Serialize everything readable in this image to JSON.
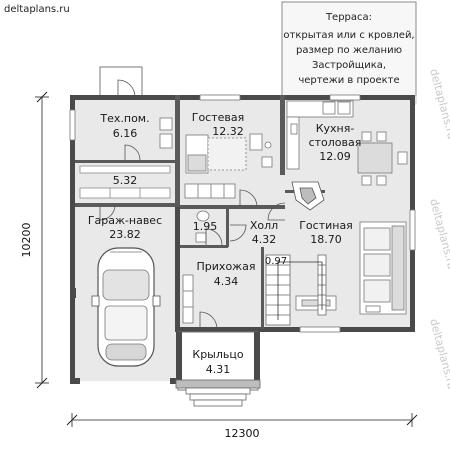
{
  "site_label": "deltaplans.ru",
  "terrace_note": [
    "Терраса:",
    "открытая или с кровлей,",
    "размер по желанию",
    "Застройщика,",
    "чертежи в проекте"
  ],
  "rooms": {
    "tech": {
      "name": "Тех.пом.",
      "area": "6.16"
    },
    "storage": {
      "area": "5.32"
    },
    "guest": {
      "name": "Гостевая",
      "area": "12.32"
    },
    "kitchen": {
      "name1": "Кухня-",
      "name2": "столовая",
      "area": "12.09"
    },
    "garage": {
      "name": "Гараж-навес",
      "area": "23.82"
    },
    "bath": {
      "area": "1.95"
    },
    "hall": {
      "name": "Холл",
      "area": "4.32"
    },
    "entry": {
      "name": "Прихожая",
      "area": "4.34"
    },
    "closet": {
      "area": "0.97"
    },
    "living": {
      "name": "Гостиная",
      "area": "18.70"
    },
    "porch": {
      "name": "Крыльцо",
      "area": "4.31"
    }
  },
  "dimensions": {
    "width": "12300",
    "height": "10200"
  },
  "watermark": "deltaplans.ru"
}
